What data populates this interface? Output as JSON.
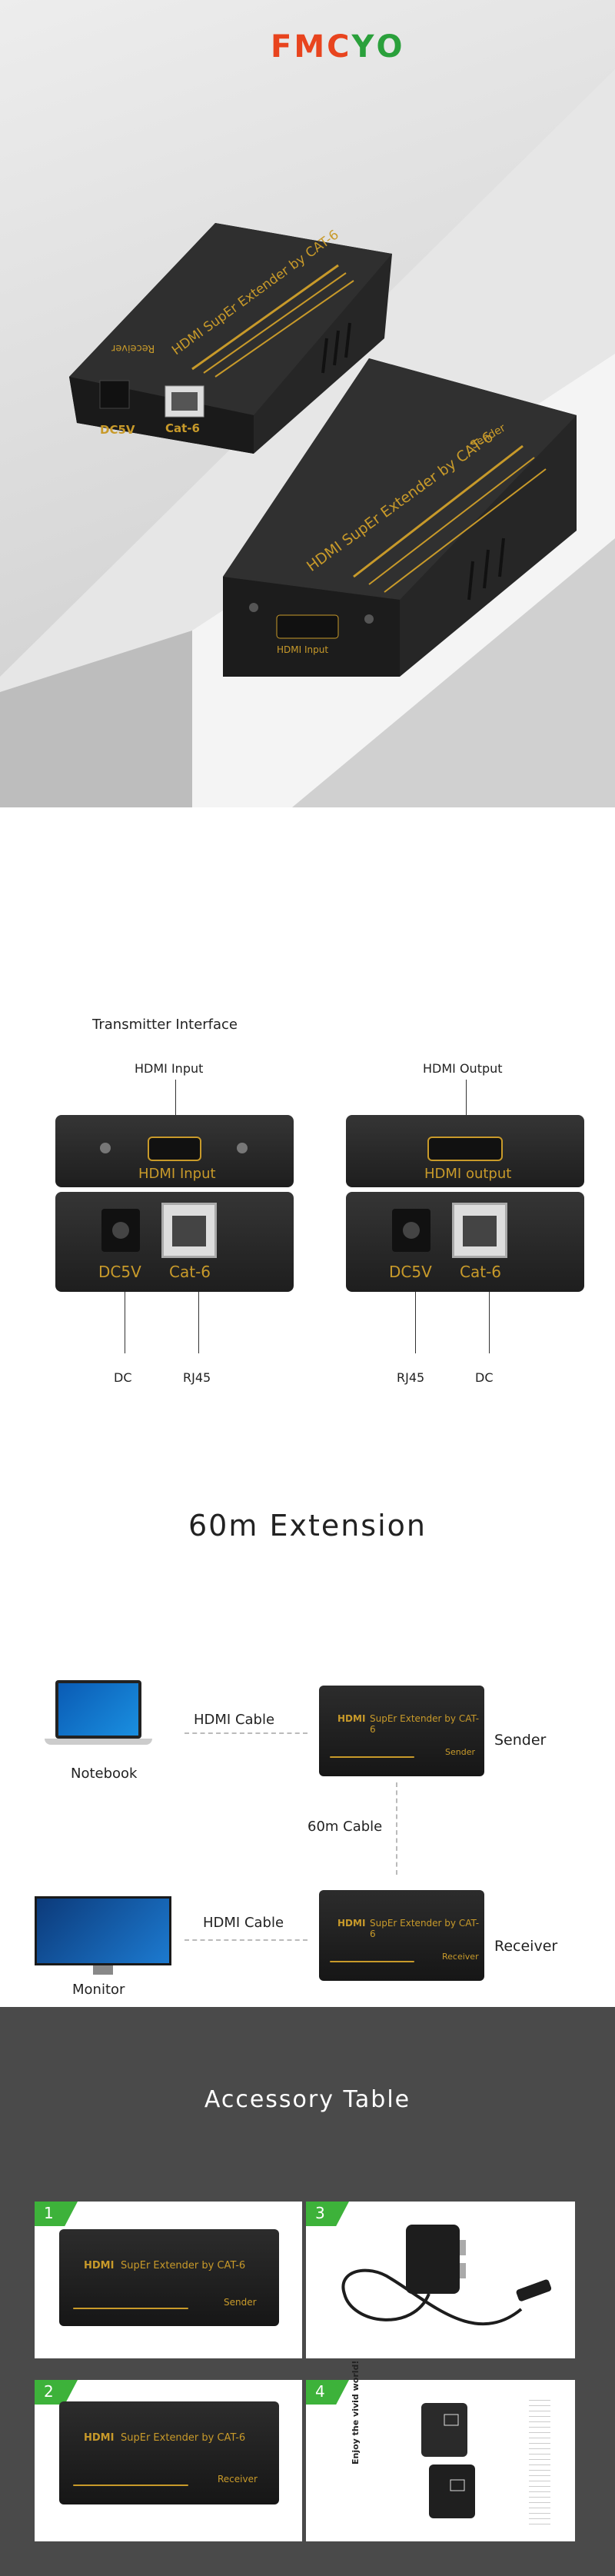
{
  "logo": {
    "letters": [
      "F",
      "M",
      "C",
      "Y",
      "O"
    ],
    "colors": [
      "#e8441e",
      "#e8441e",
      "#e8441e",
      "#2aa03b",
      "#2aa03b"
    ]
  },
  "hero": {
    "receiver": {
      "title": "HDMI SupEr Extender by CAT-6",
      "role": "Receiver",
      "port1": "DC5V",
      "port2": "Cat-6"
    },
    "sender": {
      "title": "HDMI SupEr Extender by CAT-6",
      "role": "Sender",
      "port": "HDMI Input"
    }
  },
  "interface": {
    "heading": "Transmitter Interface",
    "left": {
      "top_label": "HDMI Input",
      "port_text": "HDMI Input",
      "dc": "DC5V",
      "cat": "Cat-6",
      "bottom1": "DC",
      "bottom2": "RJ45"
    },
    "right": {
      "top_label": "HDMI Output",
      "port_text": "HDMI output",
      "dc": "DC5V",
      "cat": "Cat-6",
      "bottom1": "RJ45",
      "bottom2": "DC"
    }
  },
  "extension": {
    "title": "60m Extension",
    "notebook": "Notebook",
    "monitor": "Monitor",
    "hdmi_cable_top": "HDMI Cable",
    "hdmi_cable_bottom": "HDMI Cable",
    "cat_cable": "60m Cable",
    "sender": "Sender",
    "receiver": "Receiver",
    "device_title": "SupEr Extender by CAT-6",
    "hdmi_mark": "HDMI",
    "sender_tag": "Sender",
    "receiver_tag": "Receiver"
  },
  "accessory": {
    "title": "Accessory Table",
    "items": [
      {
        "num": "1",
        "hdmi": "HDMI",
        "title": "SupEr Extender by CAT-6",
        "tag": "Sender"
      },
      {
        "num": "2",
        "hdmi": "HDMI",
        "title": "SupEr Extender by CAT-6",
        "tag": "Receiver"
      },
      {
        "num": "3"
      },
      {
        "num": "4",
        "book_text": "Enjoy the vivid world!"
      }
    ]
  }
}
